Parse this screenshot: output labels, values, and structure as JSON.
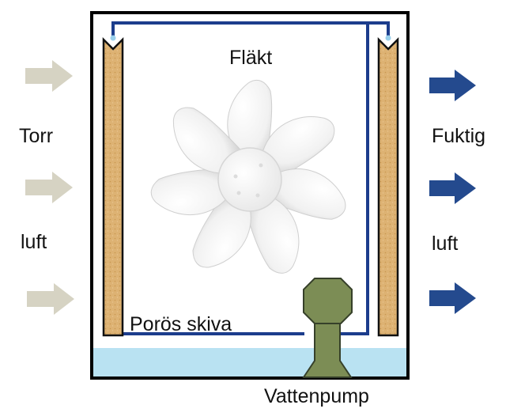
{
  "labels": {
    "fan": "Fläkt",
    "dry_top": "Torr",
    "dry_bottom": "luft",
    "humid_top": "Fuktig",
    "humid_bottom": "luft",
    "pad": "Porös skiva",
    "pump": "Vattenpump"
  },
  "colors": {
    "frame": "#000000",
    "water": "#b9e2f2",
    "pipe": "#1c3d8c",
    "pad_fill": "#ddb273",
    "pad_edge": "#111111",
    "dry_arrow": "#d6d3c3",
    "humid_arrow": "#244a8e",
    "pump_fill": "#7c8d55",
    "pump_edge": "#36402a",
    "fan_blade": "#f4f4f4",
    "fan_shade": "#cfcfcf"
  },
  "icons": {
    "dry_arrows": "arrow-right-icon",
    "humid_arrows": "arrow-right-icon",
    "fan": "fan-icon",
    "pump": "water-pump-icon"
  }
}
